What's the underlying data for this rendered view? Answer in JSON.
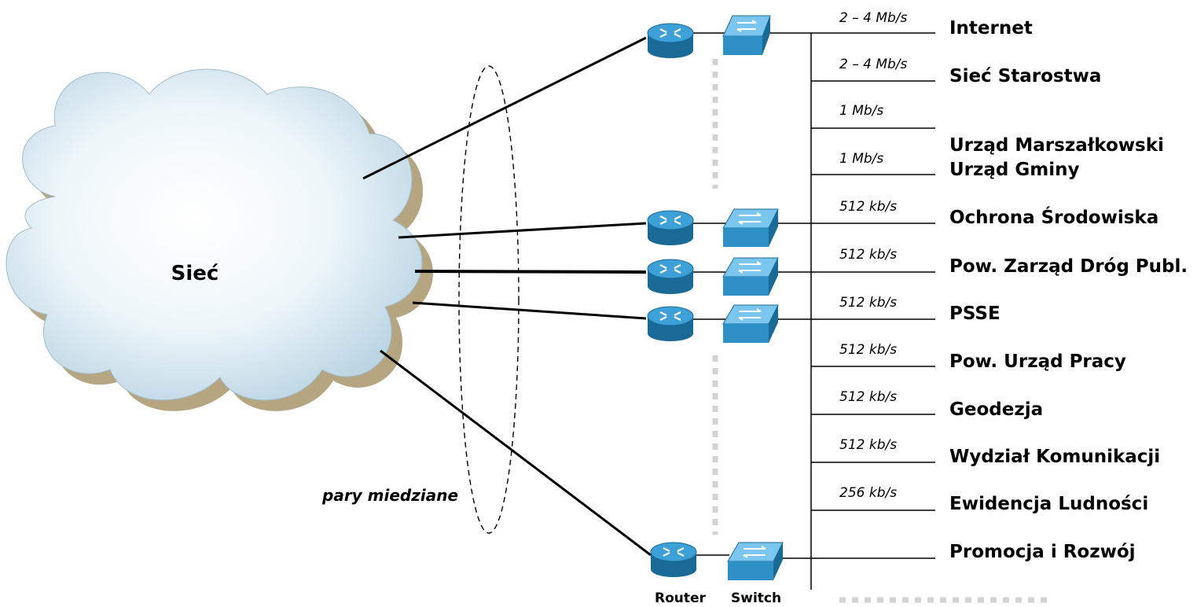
{
  "network": {
    "cloud_label": "Sieć",
    "pairs_label": "pary miedziane",
    "router_label": "Router",
    "switch_label": "Switch"
  },
  "links": [
    {
      "speed": "2 – 4 Mb/s",
      "destination": "Internet"
    },
    {
      "speed": "2 – 4 Mb/s",
      "destination": "Sieć Starostwa"
    },
    {
      "speed": "1 Mb/s",
      "destination": "Urząd Marszałkowski"
    },
    {
      "speed": "1 Mb/s",
      "destination": "Urząd Gminy"
    },
    {
      "speed": "512 kb/s",
      "destination": "Ochrona Środowiska"
    },
    {
      "speed": "512 kb/s",
      "destination": "Pow. Zarząd Dróg Publ."
    },
    {
      "speed": "512 kb/s",
      "destination": "PSSE"
    },
    {
      "speed": "512 kb/s",
      "destination": "Pow. Urząd Pracy"
    },
    {
      "speed": "512 kb/s",
      "destination": "Geodezja"
    },
    {
      "speed": "512 kb/s",
      "destination": "Wydział Komunikacji"
    },
    {
      "speed": "256 kb/s",
      "destination": "Ewidencja Ludności"
    },
    {
      "speed": "",
      "destination": "Promocja i Rozwój"
    }
  ],
  "colors": {
    "device_blue": "#2e8fc4",
    "device_dark": "#1a6a97",
    "cloud_fill": "#e3f0f6",
    "cloud_shadow": "#b7a987",
    "line": "#000000",
    "dots": "#d4d4d4"
  }
}
